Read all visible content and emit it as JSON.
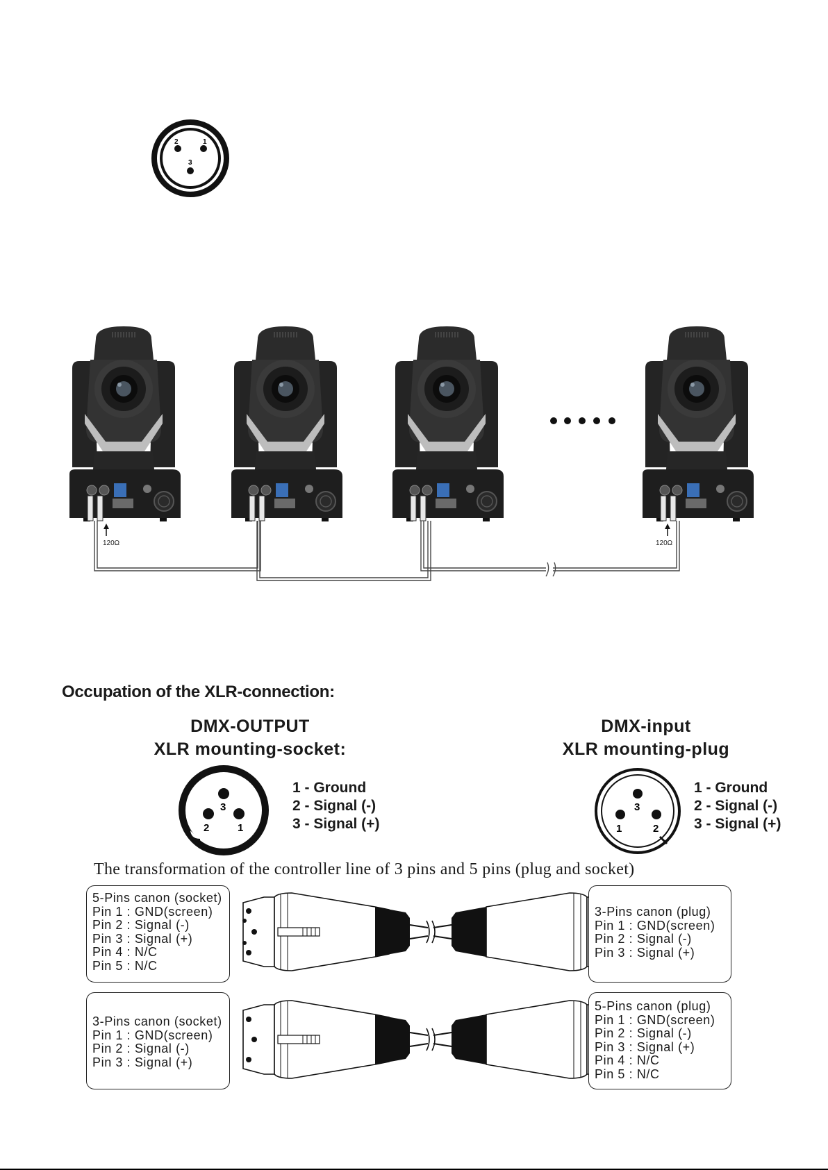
{
  "daisy_chain": {
    "terminator_label": "120Ω",
    "fixture_count_shown": 4,
    "ellipsis": "•••••"
  },
  "xlr_section": {
    "title": "Occupation of the XLR-connection:",
    "output": {
      "title_line1": "DMX-OUTPUT",
      "title_line2": "XLR mounting-socket:",
      "pins": [
        "1 - Ground",
        "2 - Signal (-)",
        "3 - Signal (+)"
      ],
      "diagram_labels": [
        "1",
        "2",
        "3"
      ]
    },
    "input": {
      "title_line1": "DMX-input",
      "title_line2": "XLR mounting-plug",
      "pins": [
        "1 - Ground",
        "2 - Signal (-)",
        "3 - Signal (+)"
      ],
      "diagram_labels": [
        "1",
        "2",
        "3"
      ]
    }
  },
  "top_connector": {
    "labels": [
      "1",
      "2",
      "3"
    ]
  },
  "transformation": {
    "caption": "The transformation of the controller line of 3 pins and 5 pins (plug and socket)",
    "cable1": {
      "left": [
        "5-Pins canon (socket)",
        "Pin 1 : GND(screen)",
        "Pin 2 : Signal (-)",
        "Pin 3 : Signal (+)",
        "Pin 4 : N/C",
        "Pin 5 : N/C"
      ],
      "right": [
        "3-Pins canon (plug)",
        "Pin 1 : GND(screen)",
        "Pin 2 : Signal (-)",
        "Pin 3 : Signal (+)"
      ]
    },
    "cable2": {
      "left": [
        "3-Pins canon (socket)",
        "Pin 1 : GND(screen)",
        "Pin 2 : Signal (-)",
        "Pin 3 : Signal (+)"
      ],
      "right": [
        "5-Pins canon (plug)",
        "Pin 1 : GND(screen)",
        "Pin 2 : Signal (-)",
        "Pin 3 : Signal (+)",
        "Pin 4 : N/C",
        "Pin 5 : N/C"
      ]
    }
  }
}
